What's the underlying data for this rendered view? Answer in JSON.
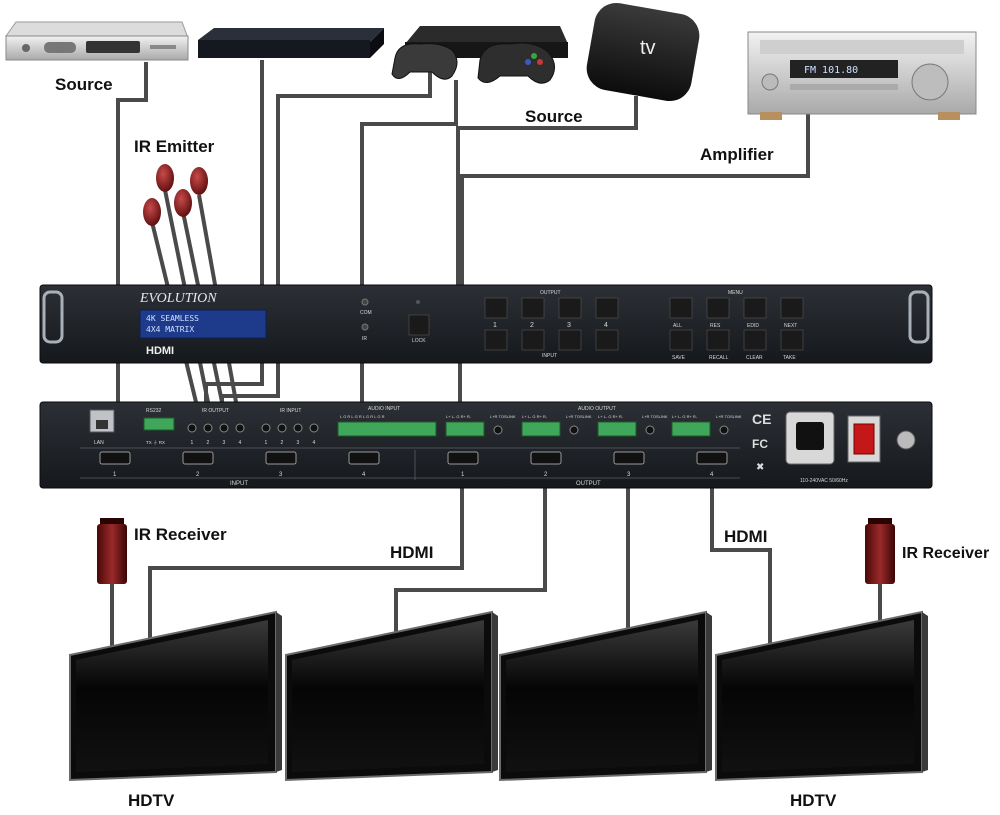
{
  "labels": {
    "source_left": "Source",
    "source_right": "Source",
    "ir_emitter": "IR Emitter",
    "amplifier": "Amplifier",
    "ir_receiver_left": "IR Receiver",
    "ir_receiver_right": "IR Receiver",
    "hdmi_left": "HDMI",
    "hdmi_right": "HDMI",
    "hdtv_left": "HDTV",
    "hdtv_right": "HDTV"
  },
  "devices": {
    "media_box_text": "tv",
    "receiver_display": "FM 101.80"
  },
  "front_panel": {
    "brand": "EVOLUTION",
    "lcd_line1": "4K SEAMLESS",
    "lcd_line2": "4X4 MATRIX",
    "hdmi_logo": "HDMI",
    "com": "COM",
    "ir": "IR",
    "lock": "LOCK",
    "output_header": "OUTPUT",
    "input_header": "INPUT",
    "menu_header": "MENU",
    "output_buttons": [
      "1",
      "2",
      "3",
      "4"
    ],
    "menu_top": [
      "ALL",
      "RES",
      "EDID",
      "NEXT"
    ],
    "menu_bottom": [
      "SAVE",
      "RECALL",
      "CLEAR",
      "TAKE"
    ]
  },
  "rear_panel": {
    "lan": "LAN",
    "rs232": "RS232",
    "rs232_pins": "TX ⏚ RX",
    "ir_output": "IR OUTPUT",
    "ir_input": "IR INPUT",
    "audio_input": "AUDIO INPUT",
    "audio_input_pins": "L G R L G R L G R L G R",
    "audio_output": "AUDIO OUTPUT",
    "audio_output_pins": "L+ L- G R+ R-",
    "toslink": "L+R TOSLINK",
    "ir_ports": [
      "1",
      "2",
      "3",
      "4"
    ],
    "input_ports": [
      "1",
      "2",
      "3",
      "4"
    ],
    "output_ports": [
      "1",
      "2",
      "3",
      "4"
    ],
    "input_label": "INPUT",
    "output_label": "OUTPUT",
    "voltage": "110-240VAC 50/60Hz"
  }
}
